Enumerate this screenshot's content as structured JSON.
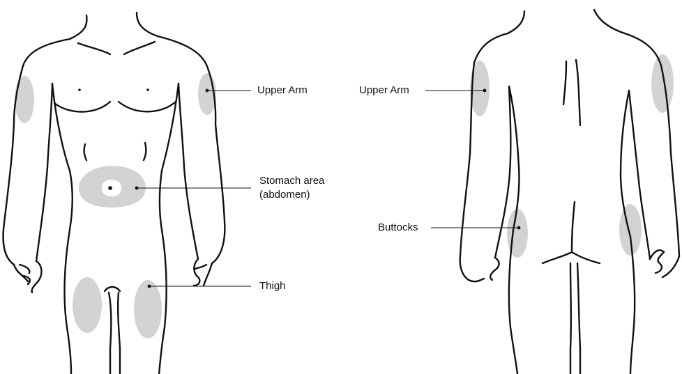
{
  "labels": {
    "front_upper_arm": "Upper Arm",
    "front_stomach_line1": "Stomach area",
    "front_stomach_line2": "(abdomen)",
    "front_thigh": "Thigh",
    "back_upper_arm": "Upper Arm",
    "back_buttocks": "Buttocks"
  },
  "colors": {
    "outline": "#111111",
    "injection_zone": "#d3d3d3",
    "background": "#ffffff"
  }
}
